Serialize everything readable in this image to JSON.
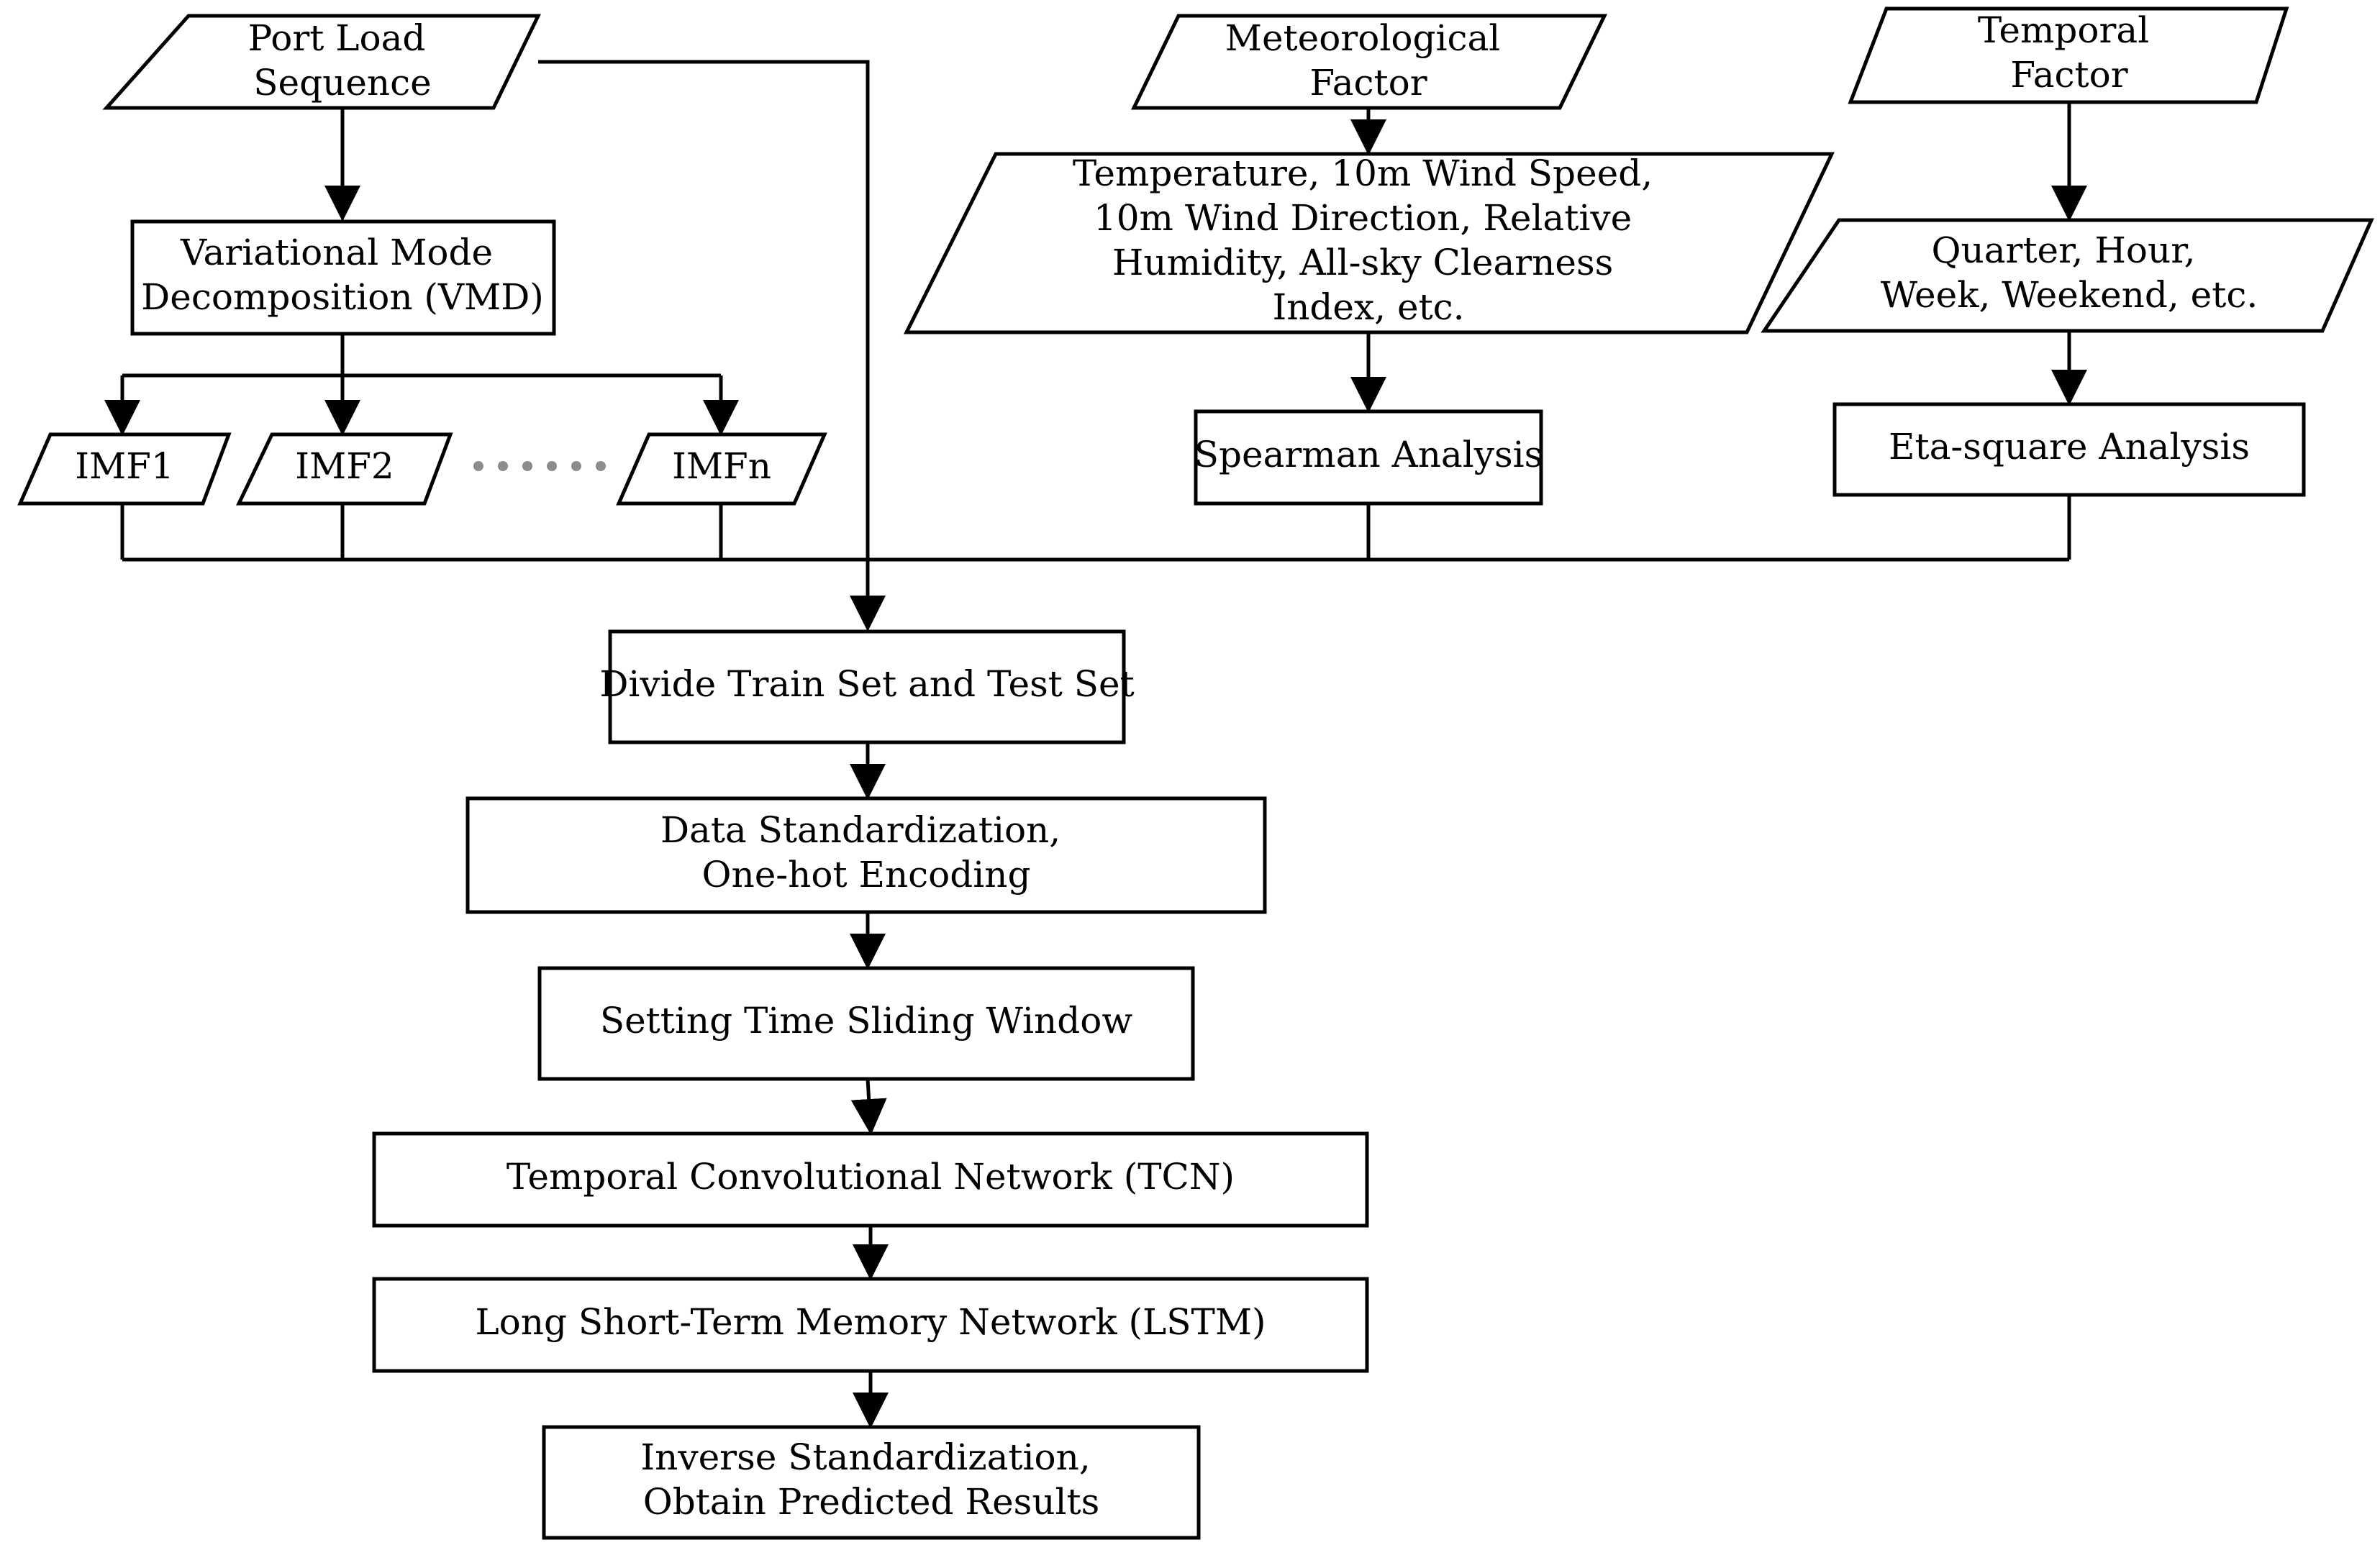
{
  "nodes": {
    "port_load": [
      "Port  Load",
      "Sequence"
    ],
    "meteorological": [
      "Meteorological",
      "Factor"
    ],
    "temporal": [
      "Temporal",
      "Factor"
    ],
    "vmd": [
      "Variational Mode",
      "Decomposition (VMD)"
    ],
    "met_vars": [
      "Temperature, 10m Wind Speed,",
      "10m Wind Direction, Relative",
      "Humidity, All-sky Clearness",
      "Index, etc."
    ],
    "time_vars": [
      "Quarter, Hour,",
      "Week, Weekend, etc."
    ],
    "imf1": "IMF1",
    "imf2": "IMF2",
    "imfn": "IMFn",
    "spearman": "Spearman Analysis",
    "eta": "Eta-square Analysis",
    "divide": "Divide Train Set and Test Set",
    "standardize": [
      "Data Standardization,",
      "One-hot Encoding"
    ],
    "window": "Setting Time Sliding Window",
    "tcn": "Temporal Convolutional Network (TCN)",
    "lstm": "Long Short-Term Memory Network (LSTM)",
    "inverse": [
      "Inverse Standardization,",
      "Obtain Predicted Results"
    ]
  }
}
